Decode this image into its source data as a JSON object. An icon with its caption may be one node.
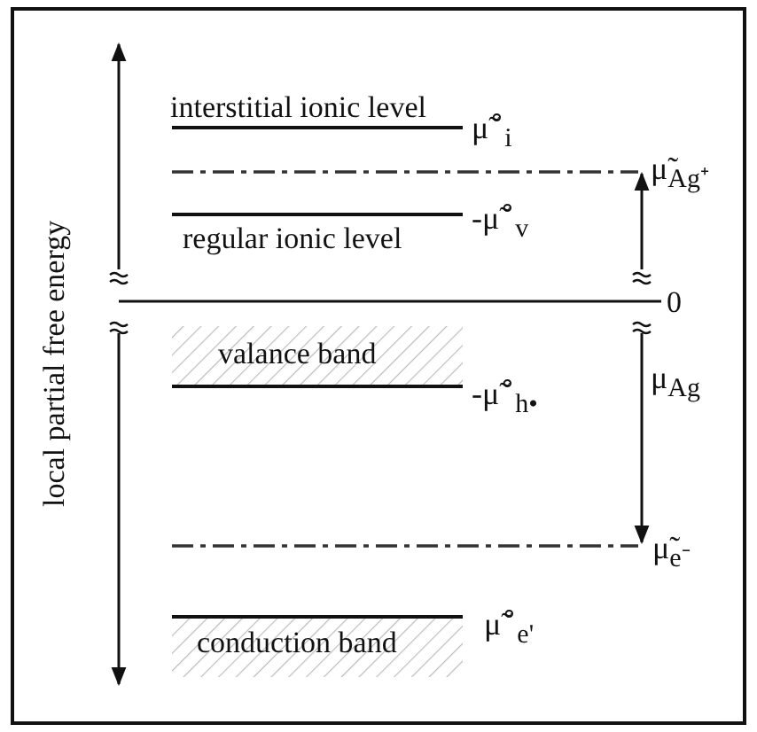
{
  "diagram": {
    "labels": [
      "local partial free energy",
      "interstitial ionic level",
      "μ̃$^{∘}$$_{i}$",
      "μ̃$_{Ag⁺}$",
      "-μ̃$^{∘}$$_{v}$",
      "regular ionic level",
      "0",
      "valance band",
      "μ$_{Ag}$",
      "-μ̃$^{∘}$$_{h•}$",
      "μ̃$_{e⁻}$",
      "conduction band",
      "μ̃$^{∘}$$_{e'}$"
    ]
  }
}
